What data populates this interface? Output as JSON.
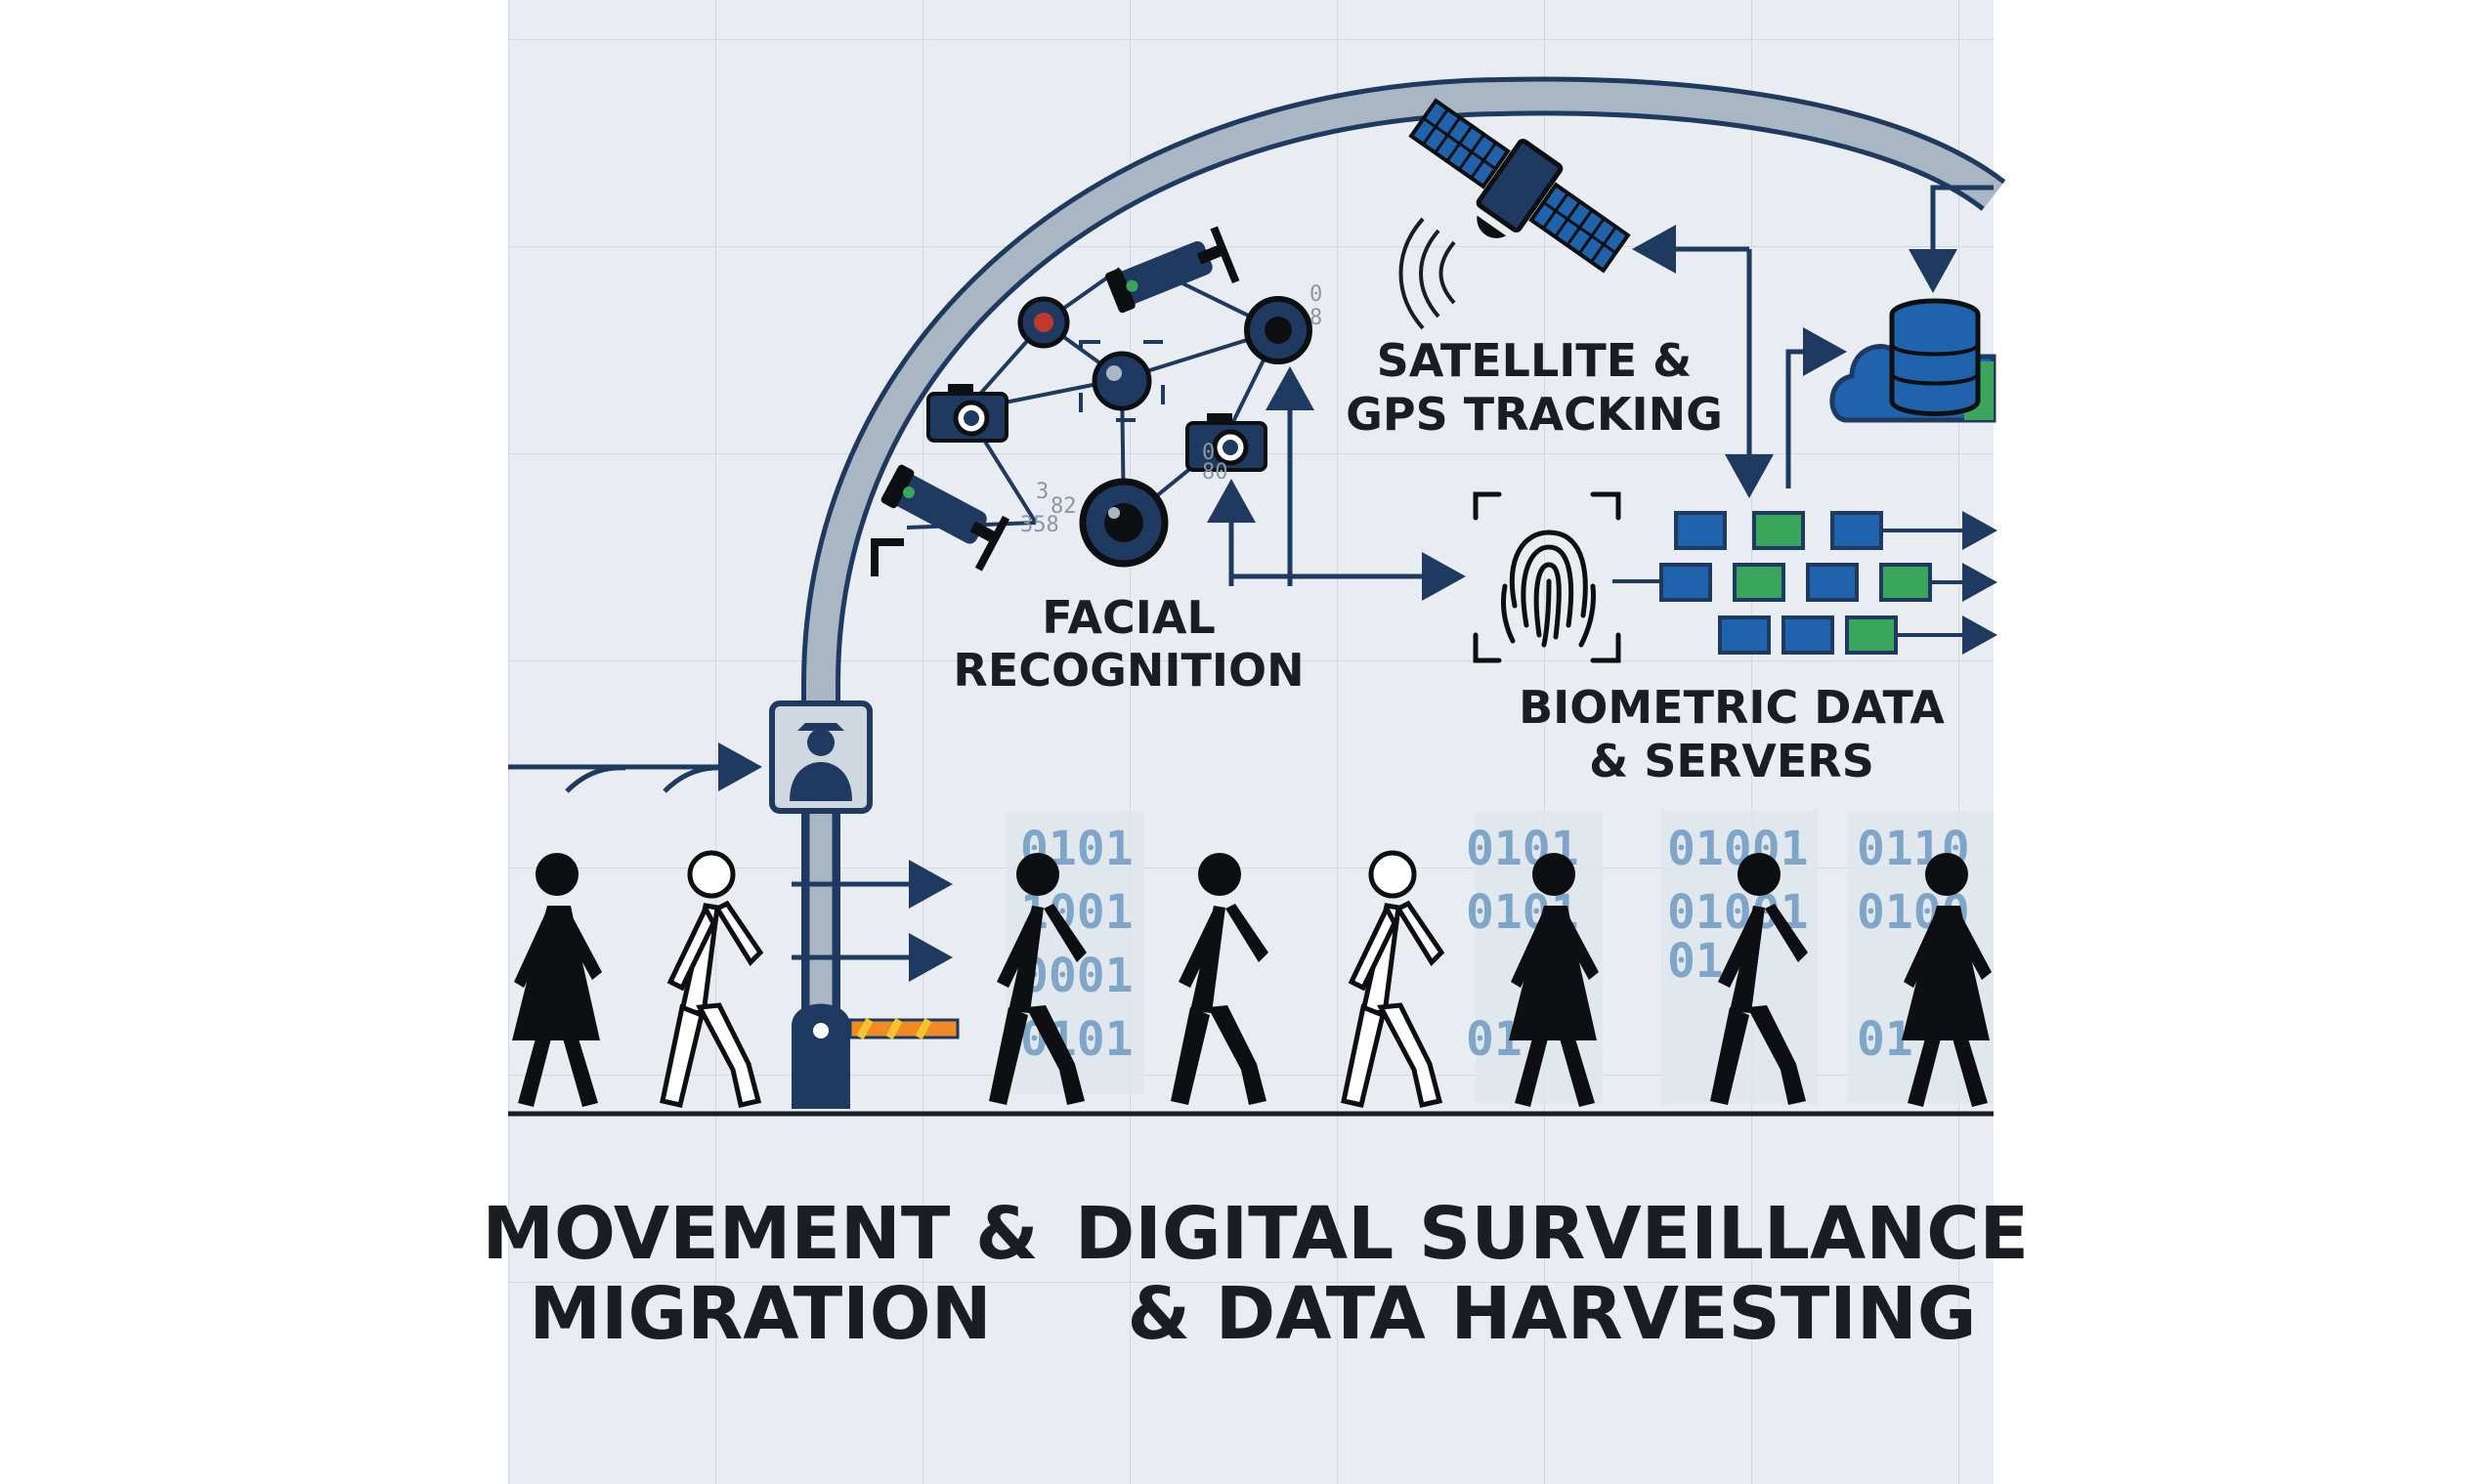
{
  "labels": {
    "facial_1": "FACIAL",
    "facial_2": "RECOGNITION",
    "satellite_1": "SATELLITE &",
    "satellite_2": "GPS TRACKING",
    "biometric_1": "BIOMETRIC DATA",
    "biometric_2": "& SERVERS",
    "movement_1": "MOVEMENT &",
    "movement_2": "MIGRATION",
    "surveillance_1": "DIGITAL SURVEILLANCE",
    "surveillance_2": "& DATA HARVESTING"
  },
  "binary_overlays": [
    [
      "0101",
      "1001",
      "0001",
      "0101"
    ],
    [
      "0101",
      "0101",
      "01"
    ],
    [
      "01001",
      "01001",
      "01"
    ],
    [
      "0110",
      "0100",
      "01"
    ]
  ],
  "small_digits": [
    "0",
    "8",
    "0",
    "80",
    "3",
    "358",
    "82"
  ],
  "colors": {
    "canvas": "#e9edf1",
    "grid": "#d3d9df",
    "navy": "#1f3a60",
    "arch_fill": "#a9b6c3",
    "server_blue": "#1f63ad",
    "server_green": "#3aa65c",
    "walker_black": "#0e0f12",
    "binary_teal": "#7fa6c8",
    "barrier_orange": "#f08a24",
    "barrier_yellow": "#f4c430"
  },
  "icons": {
    "gate_badge": "officer-badge-icon",
    "fingerprint": "fingerprint-icon",
    "satellite": "satellite-icon",
    "database": "database-cloud-icon",
    "cctv": "cctv-camera-icon",
    "photo_camera": "photo-camera-icon",
    "lens": "camera-lens-icon"
  }
}
